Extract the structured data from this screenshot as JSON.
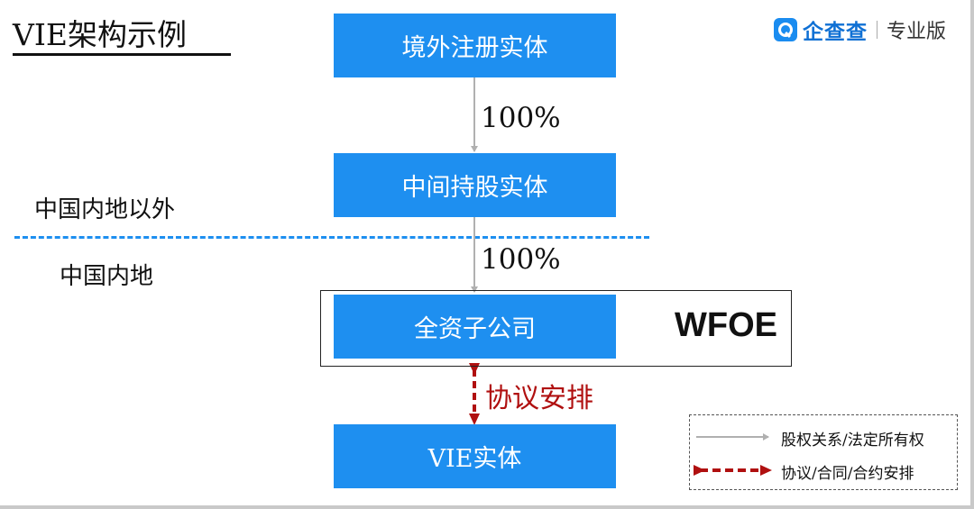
{
  "title": "VIE架构示例",
  "logo": {
    "name": "企查查",
    "edition": "专业版",
    "brand_color": "#1a8cf0"
  },
  "nodes": {
    "offshore": "境外注册实体",
    "holding": "中间持股实体",
    "wfoe": "全资子公司",
    "vie": "VIE实体"
  },
  "wfoe_label": "WFOE",
  "ownership": {
    "offshore_to_holding": "100%",
    "holding_to_wfoe": "100%"
  },
  "regions": {
    "outside": "中国内地以外",
    "inside": "中国内地"
  },
  "agreement_label": "协议安排",
  "legend": {
    "equity": "股权关系/法定所有权",
    "contract": "协议/合同/合约安排"
  },
  "colors": {
    "node_fill": "#1e8ff0",
    "boundary": "#1e8ff0",
    "agreement": "#b01010",
    "equity_line": "#b0b0b0"
  }
}
